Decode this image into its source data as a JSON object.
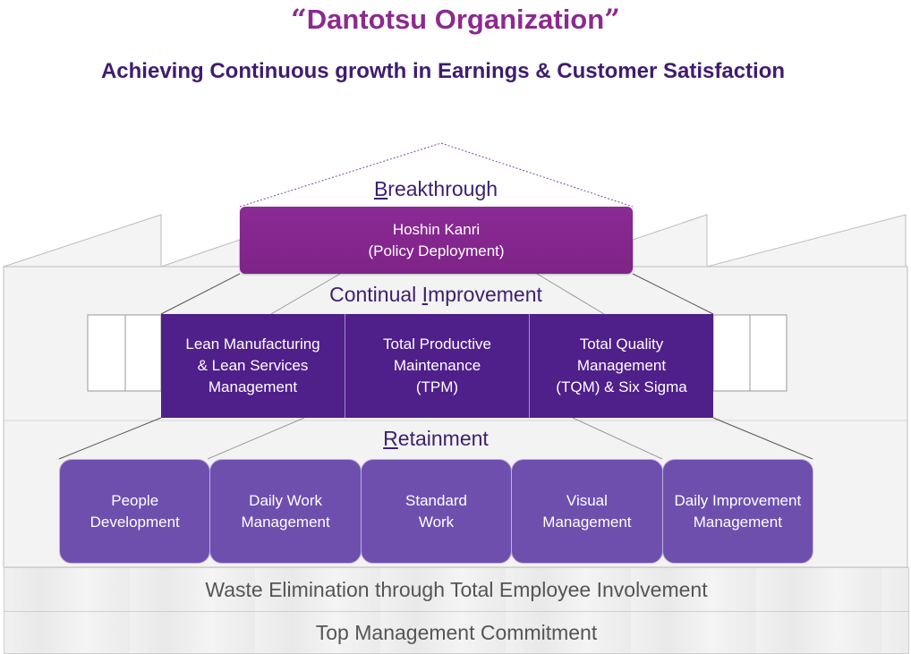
{
  "colors": {
    "title": "#8c2a8f",
    "subtitle": "#3f1c70",
    "breakthrough_box": "#8b2a94",
    "improvement_box": "#4f1f8a",
    "retainment_box": "#6e4fae",
    "base_text": "#555555"
  },
  "header": {
    "title_open_quote": "“",
    "title": "Dantotsu Organization",
    "title_close_quote": "”",
    "subtitle": "Achieving Continuous growth in Earnings & Customer Satisfaction"
  },
  "roof": {
    "label_initial": "B",
    "label_rest": "reakthrough",
    "box_line1": "Hoshin Kanri",
    "box_line2": "(Policy Deployment)"
  },
  "improvement": {
    "label_pre": "Continual ",
    "label_initial": "I",
    "label_rest": "mprovement",
    "pillars": [
      {
        "line1": "Lean  Manufacturing",
        "line2": "& Lean Services",
        "line3": "Management"
      },
      {
        "line1": "Total Productive",
        "line2": "Maintenance",
        "line3": "(TPM)"
      },
      {
        "line1": "Total Quality",
        "line2": "Management",
        "line3": "(TQM) & Six Sigma"
      }
    ]
  },
  "retainment": {
    "label_initial": "R",
    "label_rest": "etainment",
    "items": [
      {
        "line1": "People",
        "line2": "Development"
      },
      {
        "line1": "Daily Work",
        "line2": "Management"
      },
      {
        "line1": "Standard",
        "line2": "Work"
      },
      {
        "line1": "Visual",
        "line2": "Management"
      },
      {
        "line1": "Daily Improvement",
        "line2": "Management"
      }
    ]
  },
  "foundation": {
    "waste": "Waste Elimination through Total Employee Involvement",
    "commitment": "Top Management Commitment"
  }
}
